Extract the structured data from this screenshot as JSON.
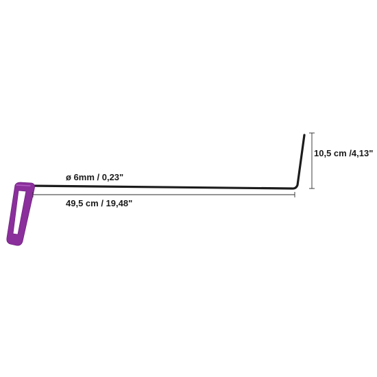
{
  "colors": {
    "rod": "#1c1c1c",
    "handle": "#8b2f9c",
    "handle_highlight": "#b25cc3",
    "dimension_line": "#2a2a2a",
    "background": "#ffffff"
  },
  "dimensions": {
    "diameter": "ø 6mm / 0,23\"",
    "length": "49,5 cm / 19,48\"",
    "tip_height": "10,5 cm /4,13\""
  }
}
